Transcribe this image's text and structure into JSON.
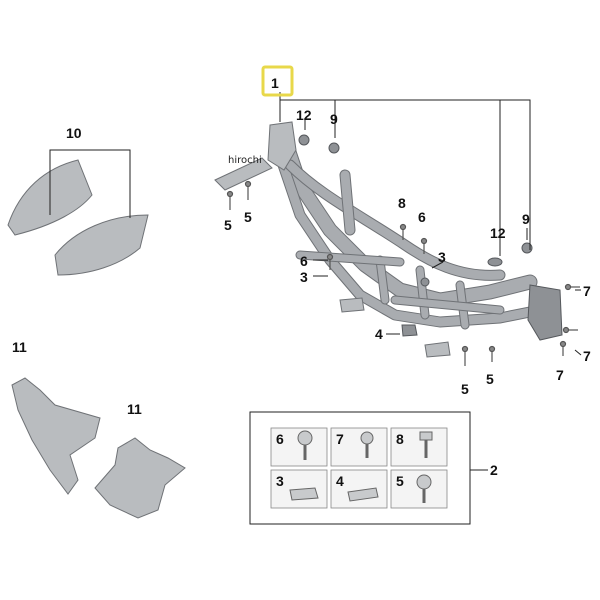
{
  "watermark": "hirochi",
  "callouts": {
    "frame": "1",
    "hardware_kit": "2",
    "clip_nut": "3",
    "clip_nut_small": "4",
    "screw_5": "5",
    "screw_6": "6",
    "screw_7": "7",
    "screw_8": "8",
    "rubber_buffer": "9",
    "side_panels": "10",
    "bracket": "11",
    "grommet": "12"
  },
  "kit_cells": [
    "6",
    "7",
    "8",
    "3",
    "4",
    "5"
  ]
}
